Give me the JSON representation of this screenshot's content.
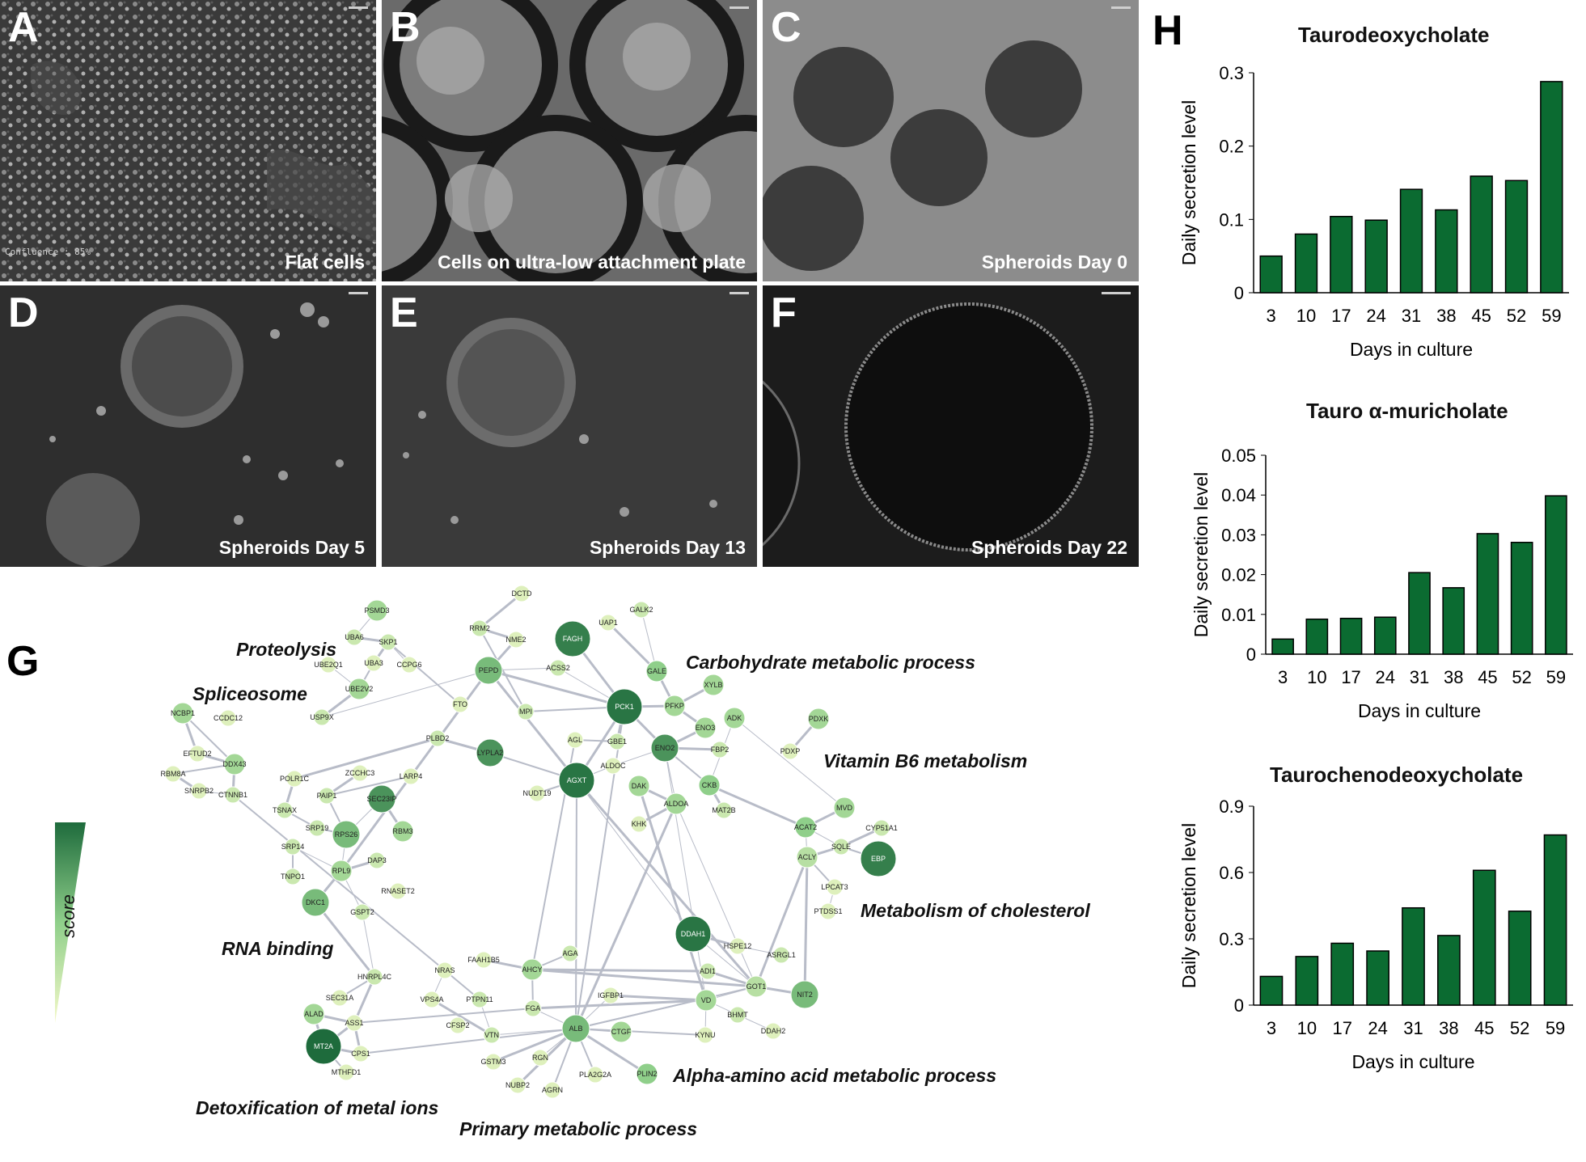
{
  "panels": {
    "A": {
      "letter": "A",
      "caption": "Flat cells",
      "confluence": "Confluence : 85%"
    },
    "B": {
      "letter": "B",
      "caption": "Cells on ultra-low attachment plate"
    },
    "C": {
      "letter": "C",
      "caption": "Spheroids Day 0"
    },
    "D": {
      "letter": "D",
      "caption": "Spheroids Day 5"
    },
    "E": {
      "letter": "E",
      "caption": "Spheroids Day 13"
    },
    "F": {
      "letter": "F",
      "caption": "Spheroids Day 22"
    },
    "G": {
      "letter": "G"
    },
    "H": {
      "letter": "H"
    }
  },
  "network": {
    "score_label": "score",
    "colors": {
      "low": "#f2f8c8",
      "mid": "#8fcf8a",
      "high": "#1e6b3c"
    },
    "cluster_labels": [
      "Proteolysis",
      "Spliceosome",
      "Carbohydrate metabolic process",
      "Vitamin B6 metabolism",
      "Metabolism of cholesterol",
      "RNA binding",
      "Alpha-amino acid metabolic process",
      "Detoxification of metal ions",
      "Primary metabolic process"
    ],
    "nodes": [
      {
        "id": "PSMD3",
        "score": 0.4
      },
      {
        "id": "UBA6",
        "score": 0.2
      },
      {
        "id": "SKP1",
        "score": 0.2
      },
      {
        "id": "UBE2Q1",
        "score": 0.1
      },
      {
        "id": "UBA3",
        "score": 0.1
      },
      {
        "id": "CCPG6",
        "score": 0.1
      },
      {
        "id": "UBE2V2",
        "score": 0.4
      },
      {
        "id": "USP9X",
        "score": 0.2
      },
      {
        "id": "NCBP1",
        "score": 0.4
      },
      {
        "id": "CCDC12",
        "score": 0.1
      },
      {
        "id": "EFTUD2",
        "score": 0.1
      },
      {
        "id": "DDX43",
        "score": 0.4
      },
      {
        "id": "RBM8A",
        "score": 0.1
      },
      {
        "id": "SNRPB2",
        "score": 0.1
      },
      {
        "id": "CTNNB1",
        "score": 0.2
      },
      {
        "id": "POLR1C",
        "score": 0.1
      },
      {
        "id": "ZCCHC3",
        "score": 0.1
      },
      {
        "id": "LARP4",
        "score": 0.1
      },
      {
        "id": "PAIP1",
        "score": 0.2
      },
      {
        "id": "SEC23IP",
        "score": 0.8
      },
      {
        "id": "TSNAX",
        "score": 0.2
      },
      {
        "id": "SRP19",
        "score": 0.2
      },
      {
        "id": "RPS26",
        "score": 0.6
      },
      {
        "id": "RBM3",
        "score": 0.4
      },
      {
        "id": "SRP14",
        "score": 0.2
      },
      {
        "id": "DAP3",
        "score": 0.2
      },
      {
        "id": "RPL9",
        "score": 0.4
      },
      {
        "id": "TNPO1",
        "score": 0.2
      },
      {
        "id": "DKC1",
        "score": 0.6
      },
      {
        "id": "RNASET2",
        "score": 0.1
      },
      {
        "id": "GSPT2",
        "score": 0.2
      },
      {
        "id": "DCTD",
        "score": 0.1
      },
      {
        "id": "RRM2",
        "score": 0.2
      },
      {
        "id": "NME2",
        "score": 0.1
      },
      {
        "id": "FAGH",
        "score": 0.9
      },
      {
        "id": "UAP1",
        "score": 0.1
      },
      {
        "id": "GALK2",
        "score": 0.2
      },
      {
        "id": "PEPD",
        "score": 0.6
      },
      {
        "id": "ACSS2",
        "score": 0.2
      },
      {
        "id": "GALE",
        "score": 0.5
      },
      {
        "id": "FTO",
        "score": 0.1
      },
      {
        "id": "MPI",
        "score": 0.2
      },
      {
        "id": "PCK1",
        "score": 0.95
      },
      {
        "id": "PFKP",
        "score": 0.4
      },
      {
        "id": "XYLB",
        "score": 0.4
      },
      {
        "id": "PLBD2",
        "score": 0.2
      },
      {
        "id": "LYPLA2",
        "score": 0.8
      },
      {
        "id": "AGL",
        "score": 0.1
      },
      {
        "id": "GBE1",
        "score": 0.2
      },
      {
        "id": "ENO3",
        "score": 0.4
      },
      {
        "id": "ADK",
        "score": 0.4
      },
      {
        "id": "PDXK",
        "score": 0.4
      },
      {
        "id": "ENO2",
        "score": 0.8
      },
      {
        "id": "FBP2",
        "score": 0.2
      },
      {
        "id": "PDXP",
        "score": 0.1
      },
      {
        "id": "ALDOC",
        "score": 0.1
      },
      {
        "id": "AGXT",
        "score": 0.95
      },
      {
        "id": "NUDT19",
        "score": 0.1
      },
      {
        "id": "DAK",
        "score": 0.4
      },
      {
        "id": "ALDOA",
        "score": 0.4
      },
      {
        "id": "CKB",
        "score": 0.5
      },
      {
        "id": "MAT2B",
        "score": 0.2
      },
      {
        "id": "MVD",
        "score": 0.4
      },
      {
        "id": "KHK",
        "score": 0.1
      },
      {
        "id": "ACAT2",
        "score": 0.5
      },
      {
        "id": "CYP51A1",
        "score": 0.2
      },
      {
        "id": "SQLE",
        "score": 0.2
      },
      {
        "id": "EBP",
        "score": 0.9
      },
      {
        "id": "ACLY",
        "score": 0.3
      },
      {
        "id": "LPCAT3",
        "score": 0.1
      },
      {
        "id": "PTDSS1",
        "score": 0.1
      },
      {
        "id": "DDAH1",
        "score": 0.95
      },
      {
        "id": "HSPE12",
        "score": 0.1
      },
      {
        "id": "ASRGL1",
        "score": 0.2
      },
      {
        "id": "AGA",
        "score": 0.2
      },
      {
        "id": "FAAH1B5",
        "score": 0.1
      },
      {
        "id": "NRAS",
        "score": 0.1
      },
      {
        "id": "AHCY",
        "score": 0.4
      },
      {
        "id": "ADI1",
        "score": 0.2
      },
      {
        "id": "GOT1",
        "score": 0.3
      },
      {
        "id": "NIT2",
        "score": 0.6
      },
      {
        "id": "HNRPL4C",
        "score": 0.2
      },
      {
        "id": "SEC31A",
        "score": 0.1
      },
      {
        "id": "VPS4A",
        "score": 0.1
      },
      {
        "id": "PTPN11",
        "score": 0.2
      },
      {
        "id": "IGFBP1",
        "score": 0.1
      },
      {
        "id": "VD",
        "score": 0.4
      },
      {
        "id": "ALAD",
        "score": 0.4
      },
      {
        "id": "ASS1",
        "score": 0.1
      },
      {
        "id": "FGA",
        "score": 0.2
      },
      {
        "id": "BHMT",
        "score": 0.2
      },
      {
        "id": "DDAH2",
        "score": 0.1
      },
      {
        "id": "CFSP2",
        "score": 0.1
      },
      {
        "id": "VTN",
        "score": 0.2
      },
      {
        "id": "ALB",
        "score": 0.6
      },
      {
        "id": "CTGF",
        "score": 0.4
      },
      {
        "id": "KYNU",
        "score": 0.1
      },
      {
        "id": "MT2A",
        "score": 1.0
      },
      {
        "id": "CPS1",
        "score": 0.1
      },
      {
        "id": "GSTM3",
        "score": 0.1
      },
      {
        "id": "RGN",
        "score": 0.1
      },
      {
        "id": "MTHFD1",
        "score": 0.1
      },
      {
        "id": "NUBP2",
        "score": 0.1
      },
      {
        "id": "PLA2G2A",
        "score": 0.1
      },
      {
        "id": "PLIN2",
        "score": 0.5
      },
      {
        "id": "AGRN",
        "score": 0.1
      }
    ]
  },
  "charts": [
    {
      "type": "bar",
      "title": "Taurodeoxycholate",
      "xlabel": "Days in culture",
      "ylabel": "Daily secretion level",
      "categories": [
        "3",
        "10",
        "17",
        "24",
        "31",
        "38",
        "45",
        "52",
        "59"
      ],
      "values": [
        0.05,
        0.08,
        0.104,
        0.099,
        0.141,
        0.113,
        0.159,
        0.153,
        0.288
      ],
      "ylim": [
        0,
        0.3
      ],
      "yticks": [
        0,
        0.1,
        0.2,
        0.3
      ],
      "ytick_labels": [
        "0",
        "0.1",
        "0.2",
        "0.3"
      ],
      "bar_color": "#0b6b31"
    },
    {
      "type": "bar",
      "title": "Tauro α-muricholate",
      "xlabel": "Days in culture",
      "ylabel": "Daily secretion level",
      "categories": [
        "3",
        "10",
        "17",
        "24",
        "31",
        "38",
        "45",
        "52",
        "59"
      ],
      "values": [
        0.0038,
        0.0088,
        0.009,
        0.0093,
        0.0205,
        0.0167,
        0.0303,
        0.0281,
        0.0398
      ],
      "ylim": [
        0,
        0.05
      ],
      "yticks": [
        0,
        0.01,
        0.02,
        0.03,
        0.04,
        0.05
      ],
      "ytick_labels": [
        "0",
        "0.01",
        "0.02",
        "0.03",
        "0.04",
        "0.05"
      ],
      "bar_color": "#0b6b31"
    },
    {
      "type": "bar",
      "title": "Taurochenodeoxycholate",
      "xlabel": "Days in culture",
      "ylabel": "Daily secretion level",
      "categories": [
        "3",
        "10",
        "17",
        "24",
        "31",
        "38",
        "45",
        "52",
        "59"
      ],
      "values": [
        0.13,
        0.22,
        0.28,
        0.245,
        0.44,
        0.315,
        0.61,
        0.425,
        0.77
      ],
      "ylim": [
        0,
        0.9
      ],
      "yticks": [
        0,
        0.3,
        0.6,
        0.9
      ],
      "ytick_labels": [
        "0",
        "0.3",
        "0.6",
        "0.9"
      ],
      "bar_color": "#0b6b31"
    }
  ]
}
